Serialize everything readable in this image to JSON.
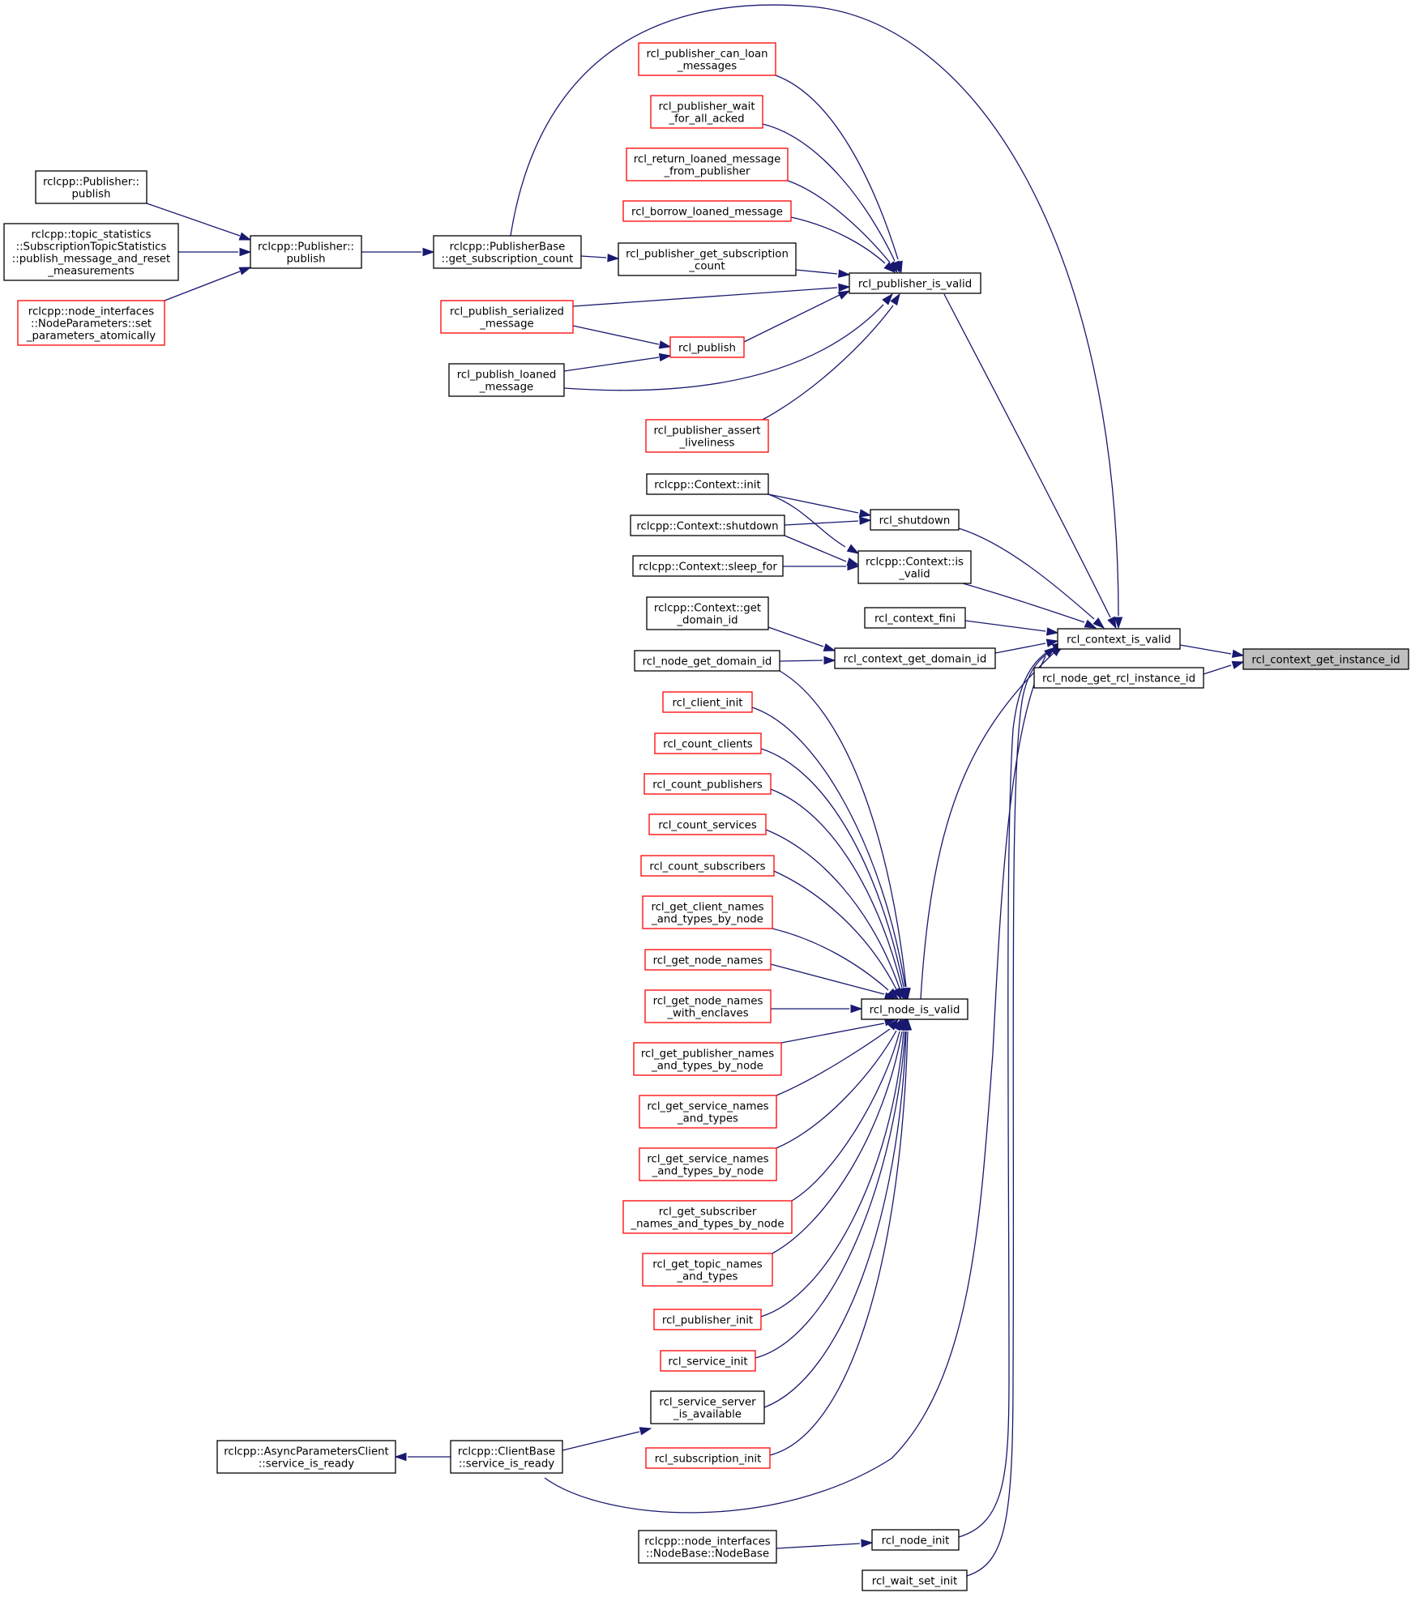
{
  "colors": {
    "edge": "#191970",
    "node_border": "#000000",
    "node_border_link_missing": "#ff0000",
    "focus_fill": "#bfbfbf",
    "node_fill": "#ffffff"
  },
  "nodes": {
    "instance_id": {
      "lines": [
        "rcl_context_get_instance_id"
      ],
      "style": "focus"
    },
    "context_is_valid": {
      "lines": [
        "rcl_context_is_valid"
      ],
      "style": "black"
    },
    "node_get_rcl_instance_id": {
      "lines": [
        "rcl_node_get_rcl_instance_id"
      ],
      "style": "black"
    },
    "publisher_is_valid": {
      "lines": [
        "rcl_publisher_is_valid"
      ],
      "style": "black"
    },
    "rcl_shutdown": {
      "lines": [
        "rcl_shutdown"
      ],
      "style": "black"
    },
    "context_is_valid_cpp": {
      "lines": [
        "rclcpp::Context::is",
        "_valid"
      ],
      "style": "black"
    },
    "context_fini": {
      "lines": [
        "rcl_context_fini"
      ],
      "style": "black"
    },
    "context_get_domain_id": {
      "lines": [
        "rcl_context_get_domain_id"
      ],
      "style": "black"
    },
    "node_is_valid": {
      "lines": [
        "rcl_node_is_valid"
      ],
      "style": "black"
    },
    "node_init": {
      "lines": [
        "rcl_node_init"
      ],
      "style": "black"
    },
    "wait_set_init": {
      "lines": [
        "rcl_wait_set_init"
      ],
      "style": "black"
    },
    "can_loan": {
      "lines": [
        "rcl_publisher_can_loan",
        "_messages"
      ],
      "style": "red"
    },
    "wait_acked": {
      "lines": [
        "rcl_publisher_wait",
        "_for_all_acked"
      ],
      "style": "red"
    },
    "return_loaned": {
      "lines": [
        "rcl_return_loaned_message",
        "_from_publisher"
      ],
      "style": "red"
    },
    "borrow_loaned": {
      "lines": [
        "rcl_borrow_loaned_message"
      ],
      "style": "red"
    },
    "get_sub_count": {
      "lines": [
        "rcl_publisher_get_subscription",
        "_count"
      ],
      "style": "black"
    },
    "publish_serialized": {
      "lines": [
        "rcl_publish_serialized",
        "_message"
      ],
      "style": "red"
    },
    "rcl_publish": {
      "lines": [
        "rcl_publish"
      ],
      "style": "red"
    },
    "publish_loaned": {
      "lines": [
        "rcl_publish_loaned",
        "_message"
      ],
      "style": "black"
    },
    "assert_liveliness": {
      "lines": [
        "rcl_publisher_assert",
        "_liveliness"
      ],
      "style": "red"
    },
    "pubbase_sub_count": {
      "lines": [
        "rclcpp::PublisherBase",
        "::get_subscription_count"
      ],
      "style": "black"
    },
    "pub_publish_mid": {
      "lines": [
        "rclcpp::Publisher::",
        "publish"
      ],
      "style": "black"
    },
    "pub_publish_top": {
      "lines": [
        "rclcpp::Publisher::",
        "publish"
      ],
      "style": "black"
    },
    "topic_stats": {
      "lines": [
        "rclcpp::topic_statistics",
        "::SubscriptionTopicStatistics",
        "::publish_message_and_reset",
        "_measurements"
      ],
      "style": "black"
    },
    "node_params": {
      "lines": [
        "rclcpp::node_interfaces",
        "::NodeParameters::set",
        "_parameters_atomically"
      ],
      "style": "red"
    },
    "ctx_init": {
      "lines": [
        "rclcpp::Context::init"
      ],
      "style": "black"
    },
    "ctx_shutdown": {
      "lines": [
        "rclcpp::Context::shutdown"
      ],
      "style": "black"
    },
    "ctx_sleep_for": {
      "lines": [
        "rclcpp::Context::sleep_for"
      ],
      "style": "black"
    },
    "ctx_get_domain": {
      "lines": [
        "rclcpp::Context::get",
        "_domain_id"
      ],
      "style": "black"
    },
    "node_get_domain": {
      "lines": [
        "rcl_node_get_domain_id"
      ],
      "style": "black"
    },
    "client_init": {
      "lines": [
        "rcl_client_init"
      ],
      "style": "red"
    },
    "count_clients": {
      "lines": [
        "rcl_count_clients"
      ],
      "style": "red"
    },
    "count_publishers": {
      "lines": [
        "rcl_count_publishers"
      ],
      "style": "red"
    },
    "count_services": {
      "lines": [
        "rcl_count_services"
      ],
      "style": "red"
    },
    "count_subscribers": {
      "lines": [
        "rcl_count_subscribers"
      ],
      "style": "red"
    },
    "client_names": {
      "lines": [
        "rcl_get_client_names",
        "_and_types_by_node"
      ],
      "style": "red"
    },
    "node_names": {
      "lines": [
        "rcl_get_node_names"
      ],
      "style": "red"
    },
    "node_names_enclaves": {
      "lines": [
        "rcl_get_node_names",
        "_with_enclaves"
      ],
      "style": "red"
    },
    "publisher_names": {
      "lines": [
        "rcl_get_publisher_names",
        "_and_types_by_node"
      ],
      "style": "red"
    },
    "service_names": {
      "lines": [
        "rcl_get_service_names",
        "_and_types"
      ],
      "style": "red"
    },
    "service_names_node": {
      "lines": [
        "rcl_get_service_names",
        "_and_types_by_node"
      ],
      "style": "red"
    },
    "subscriber_names": {
      "lines": [
        "rcl_get_subscriber",
        "_names_and_types_by_node"
      ],
      "style": "red"
    },
    "topic_names": {
      "lines": [
        "rcl_get_topic_names",
        "_and_types"
      ],
      "style": "red"
    },
    "publisher_init": {
      "lines": [
        "rcl_publisher_init"
      ],
      "style": "red"
    },
    "service_init": {
      "lines": [
        "rcl_service_init"
      ],
      "style": "red"
    },
    "service_server_avail": {
      "lines": [
        "rcl_service_server",
        "_is_available"
      ],
      "style": "black"
    },
    "subscription_init": {
      "lines": [
        "rcl_subscription_init"
      ],
      "style": "red"
    },
    "clientbase_ready": {
      "lines": [
        "rclcpp::ClientBase",
        "::service_is_ready"
      ],
      "style": "black"
    },
    "async_params_ready": {
      "lines": [
        "rclcpp::AsyncParametersClient",
        "::service_is_ready"
      ],
      "style": "black"
    },
    "nodebase": {
      "lines": [
        "rclcpp::node_interfaces",
        "::NodeBase::NodeBase"
      ],
      "style": "black"
    }
  }
}
